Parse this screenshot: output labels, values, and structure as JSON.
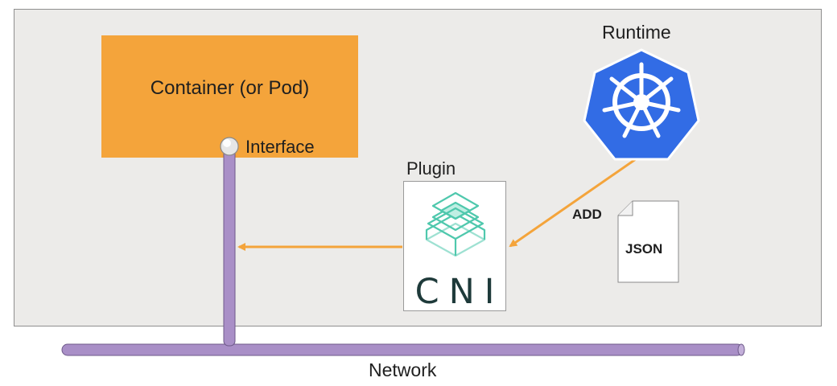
{
  "diagram": {
    "container_label": "Container (or Pod)",
    "interface_label": "Interface",
    "plugin_label": "Plugin",
    "plugin_logo_text": "CNI",
    "runtime_label": "Runtime",
    "add_label": "ADD",
    "json_label": "JSON",
    "network_label": "Network"
  },
  "colors": {
    "host_background": "#ecebe9",
    "container_fill": "#f4a43b",
    "arrow": "#f4a43b",
    "network_pipe": "#a98fc7",
    "kubernetes_blue": "#326ce5",
    "cni_teal": "#4fc8ad"
  },
  "icons": {
    "runtime": "kubernetes-helm-wheel-icon",
    "plugin": "cni-layers-logo-icon",
    "config": "document-icon"
  }
}
